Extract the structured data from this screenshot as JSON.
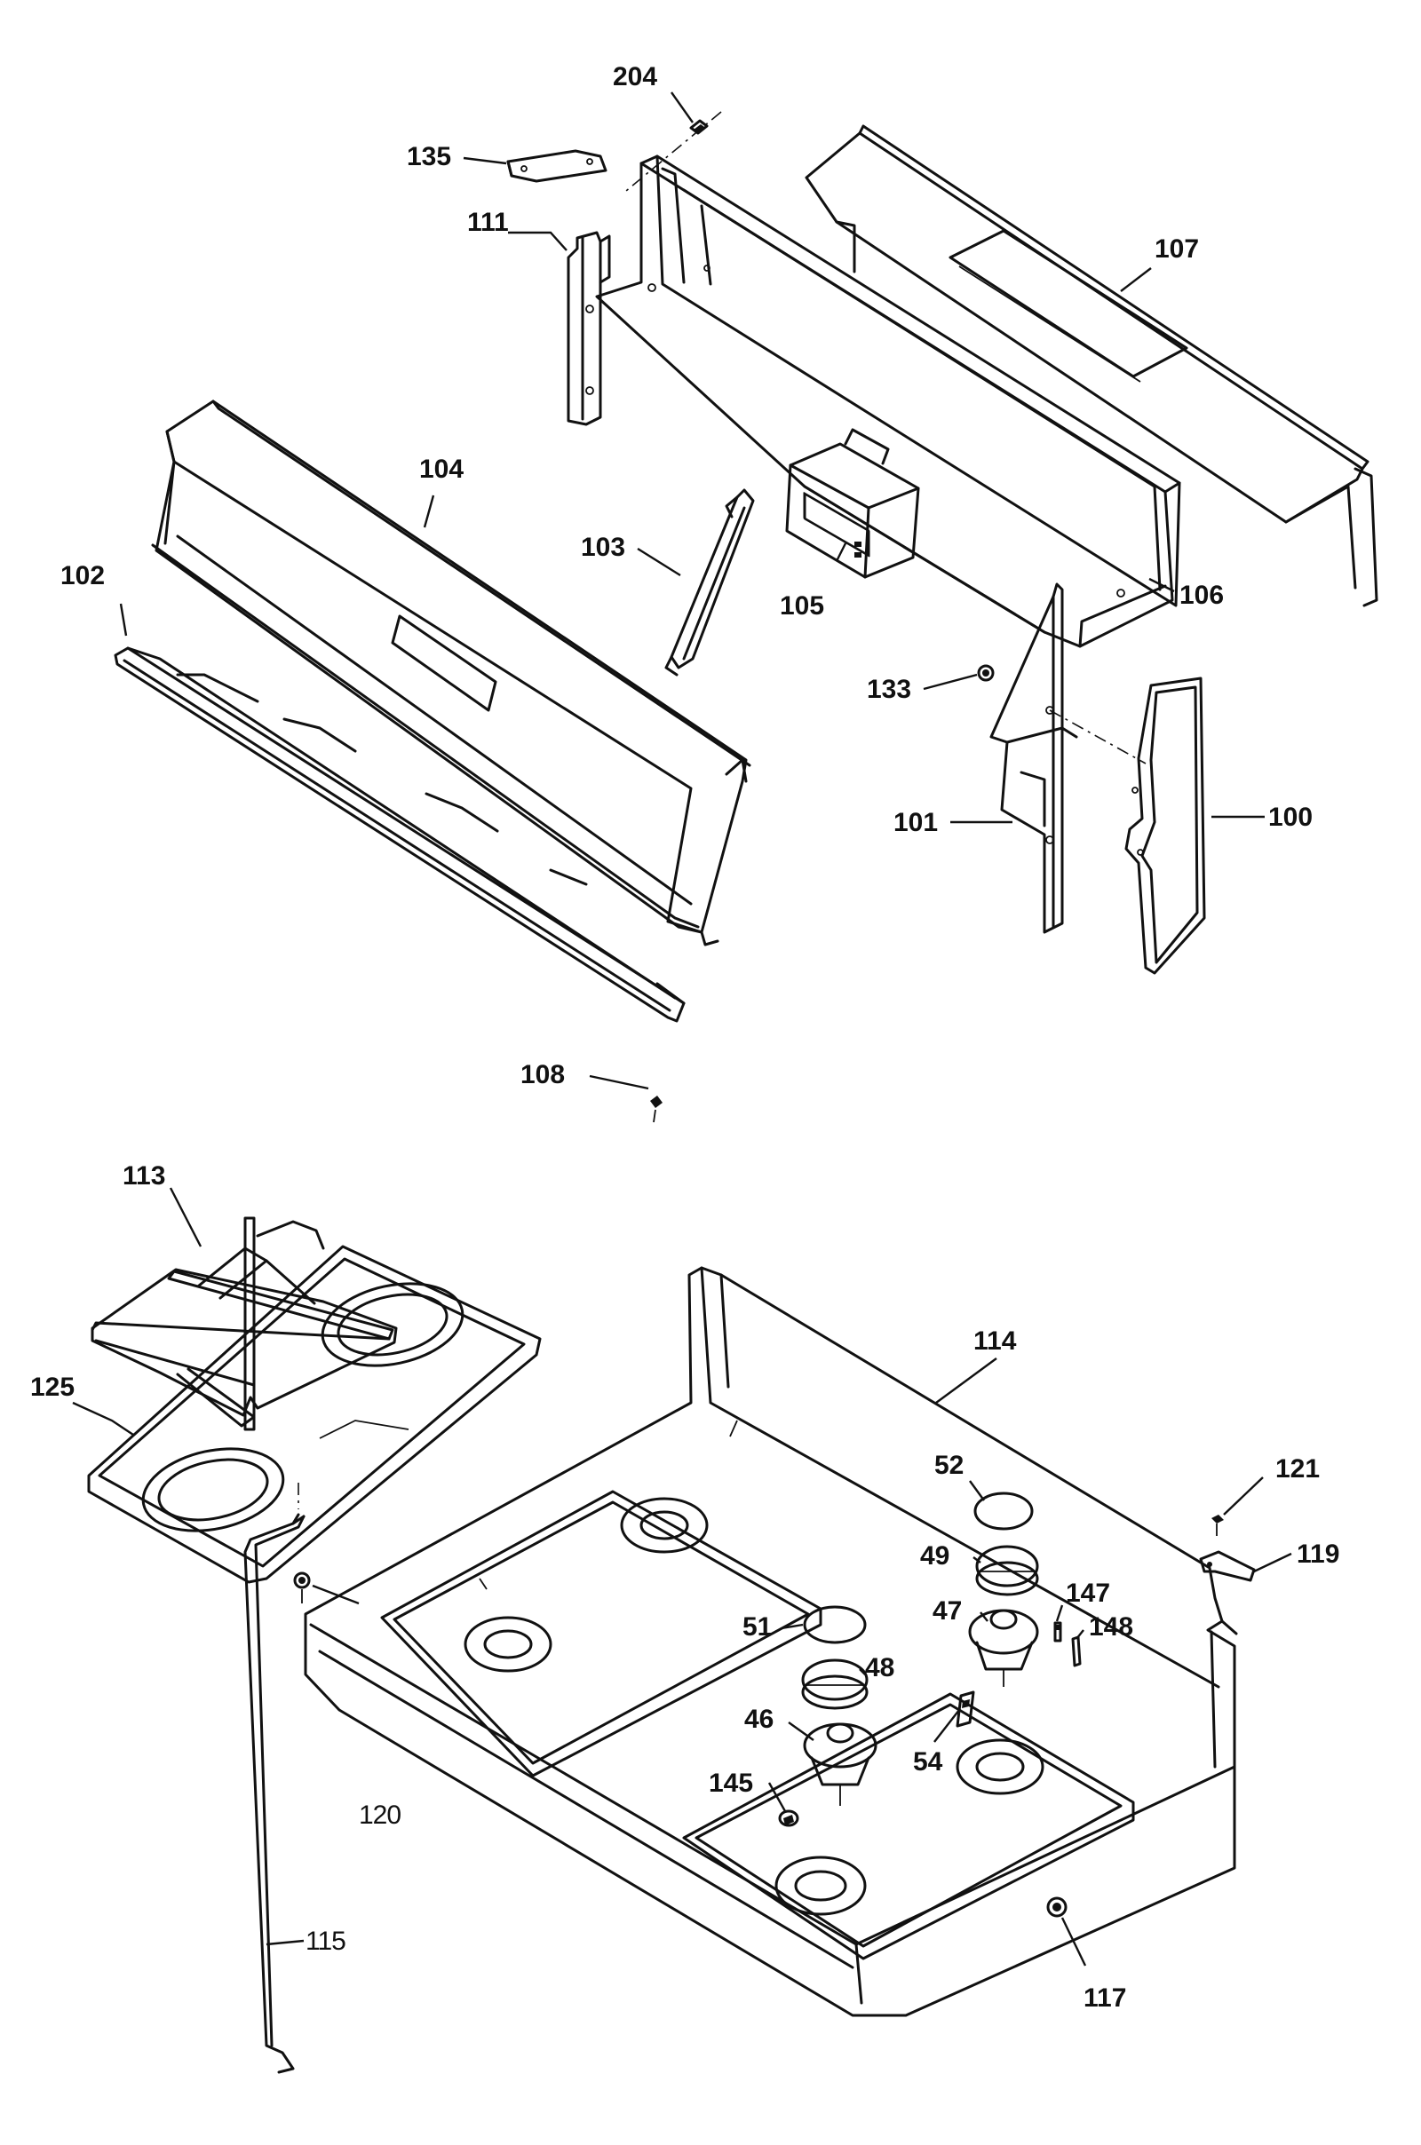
{
  "labels": {
    "p100": "100",
    "p101": "101",
    "p102": "102",
    "p103": "103",
    "p104": "104",
    "p105": "105",
    "p106": "106",
    "p107": "107",
    "p108": "108",
    "p111": "111",
    "p113": "113",
    "p114": "114",
    "p115": "115",
    "p117": "117",
    "p119": "119",
    "p120": "120",
    "p121": "121",
    "p125": "125",
    "p133": "133",
    "p135": "135",
    "p145": "145",
    "p147": "147",
    "p148": "148",
    "p204": "204",
    "p46": "46",
    "p47": "47",
    "p48": "48",
    "p49": "49",
    "p51": "51",
    "p52": "52",
    "p54": "54"
  },
  "colors": {
    "ink": "#111111",
    "paper": "#ffffff"
  }
}
